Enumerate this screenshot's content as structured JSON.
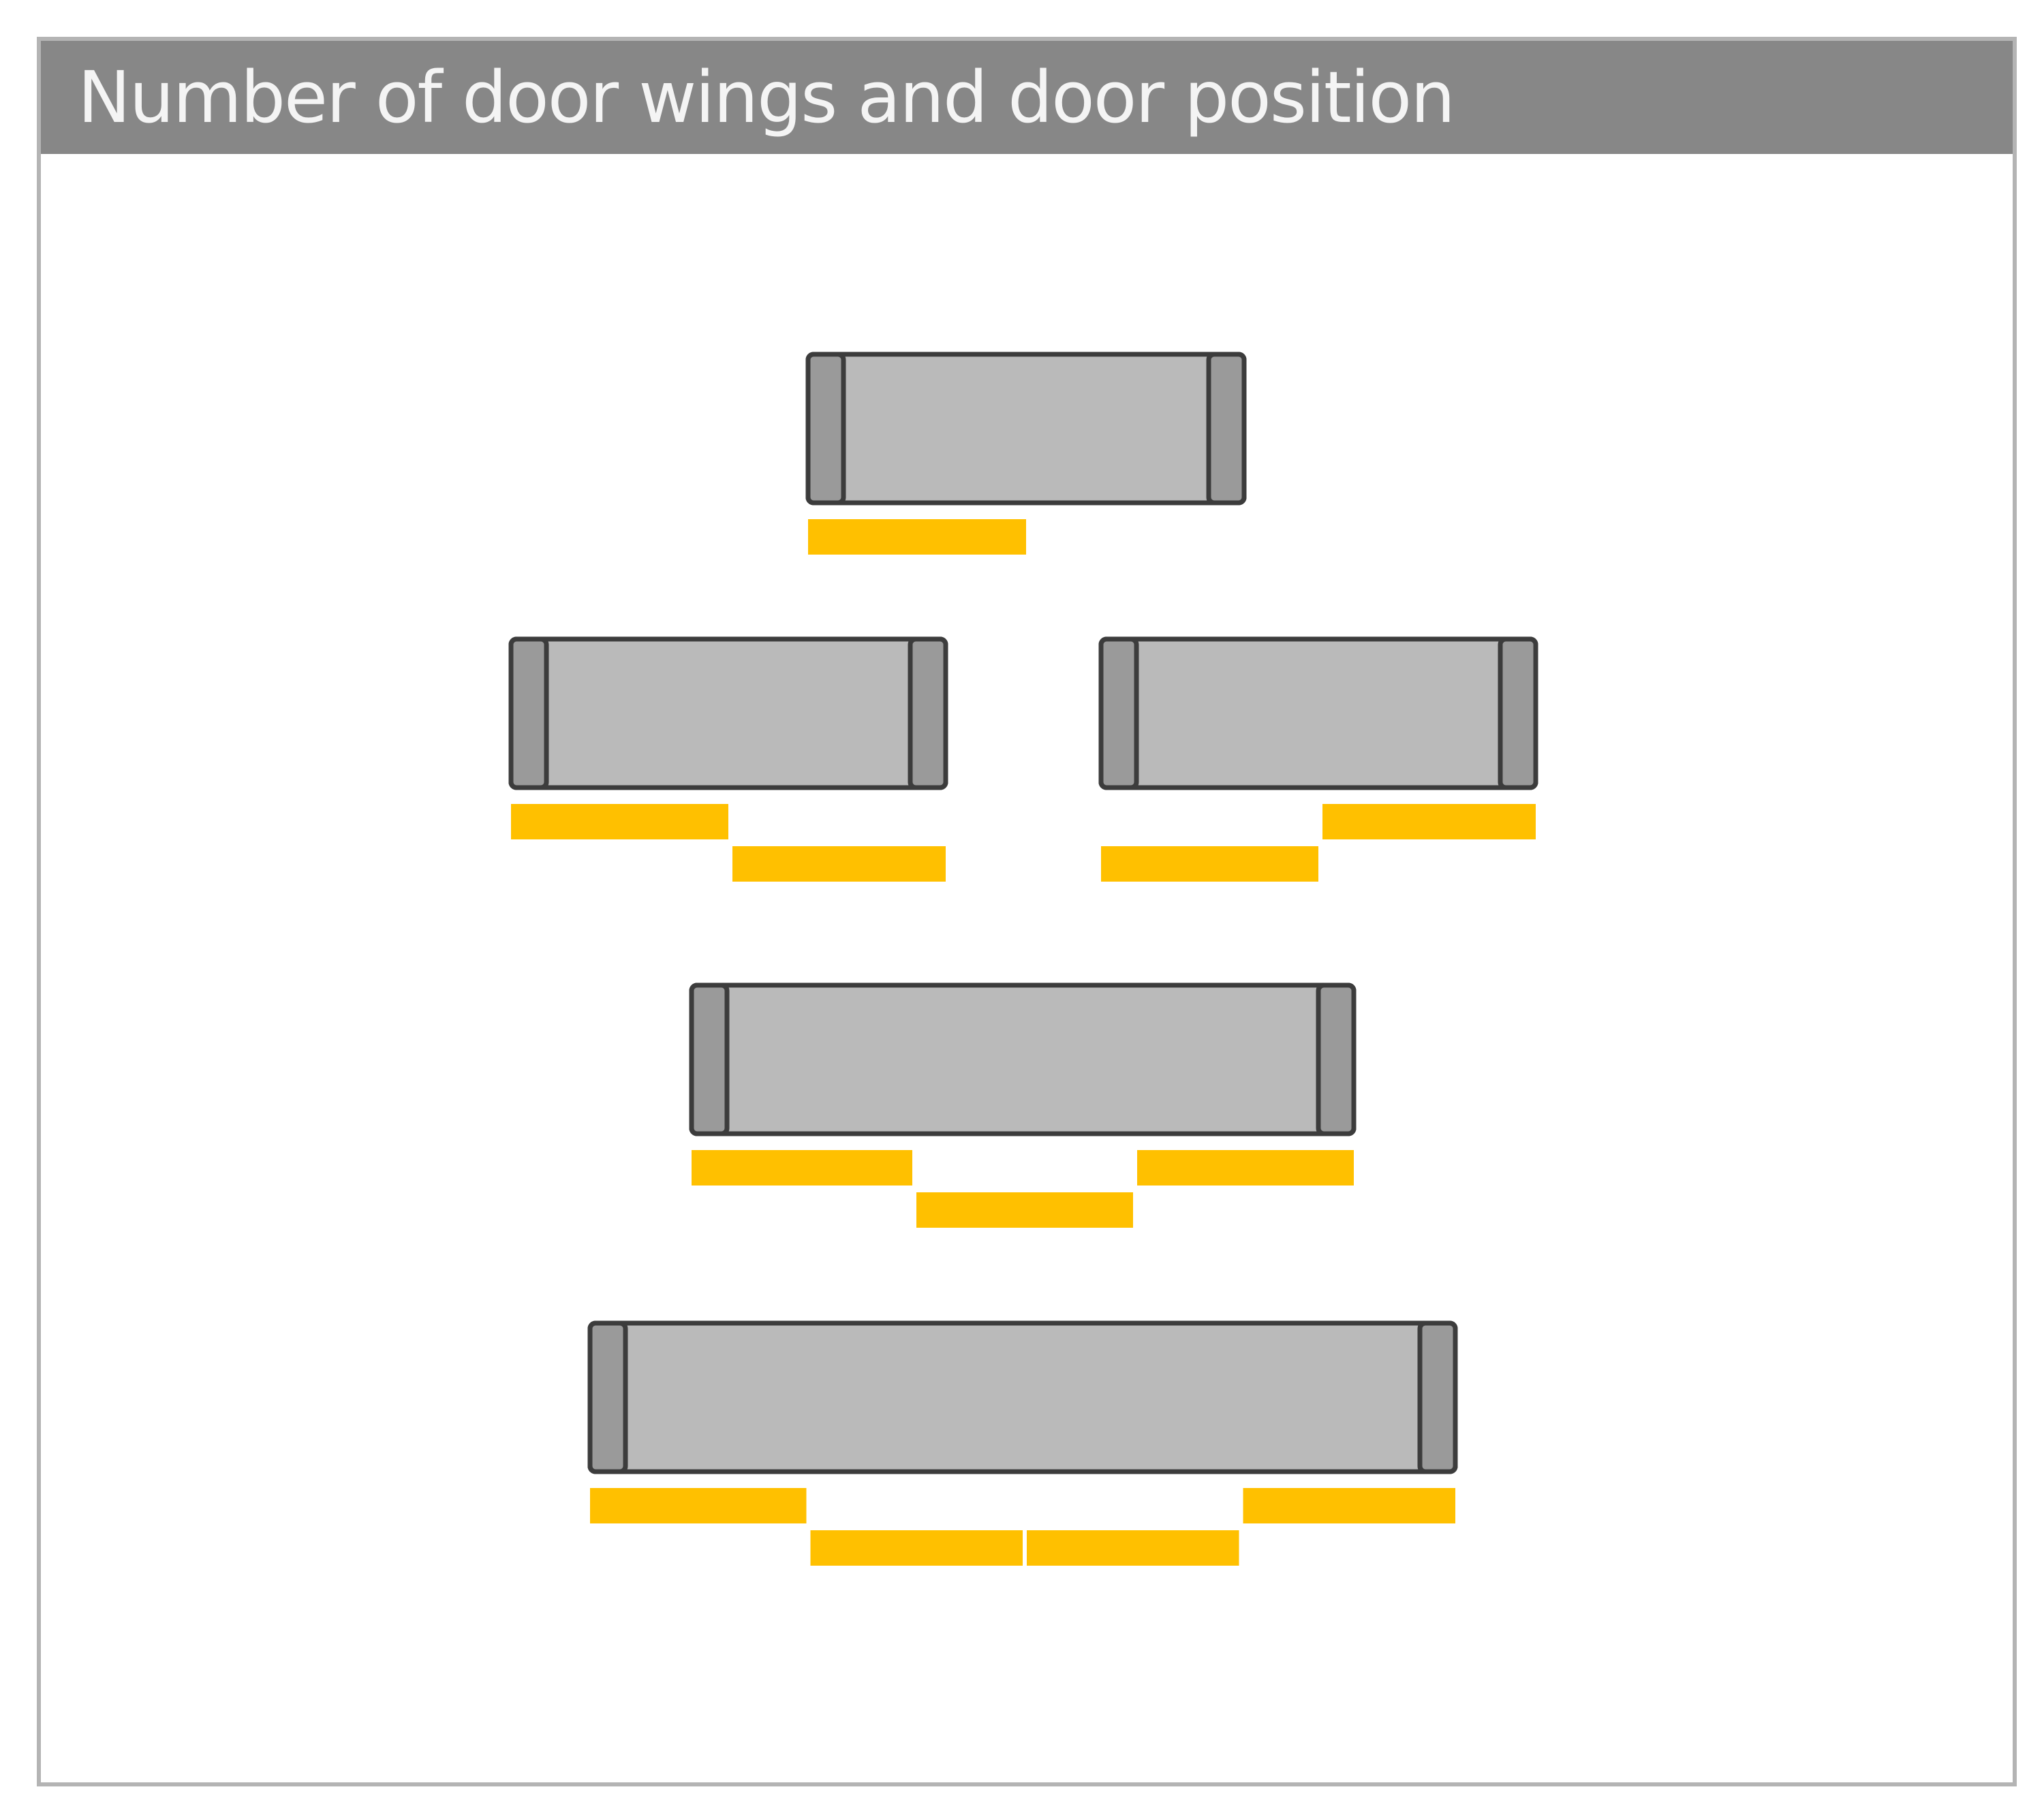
{
  "panel": {
    "title": "Number of door wings and door position"
  },
  "colors": {
    "header_bg": "#878787",
    "header_text": "#f4f4f4",
    "panel_border": "#b4b4b4",
    "frame_fill": "#bababa",
    "frame_stroke": "#3c3c3c",
    "jamb_fill": "#9a9a9a",
    "wing_fill": "#ffc000"
  },
  "options": [
    {
      "id": "one-wing",
      "wing_count": 1,
      "wing_tracks": [
        0
      ]
    },
    {
      "id": "two-wing-left",
      "wing_count": 2,
      "wing_tracks": [
        0,
        1
      ]
    },
    {
      "id": "two-wing-right",
      "wing_count": 2,
      "wing_tracks": [
        1,
        0
      ]
    },
    {
      "id": "three-wing",
      "wing_count": 3,
      "wing_tracks": [
        0,
        1,
        0
      ]
    },
    {
      "id": "four-wing",
      "wing_count": 4,
      "wing_tracks": [
        0,
        1,
        1,
        0
      ]
    }
  ]
}
